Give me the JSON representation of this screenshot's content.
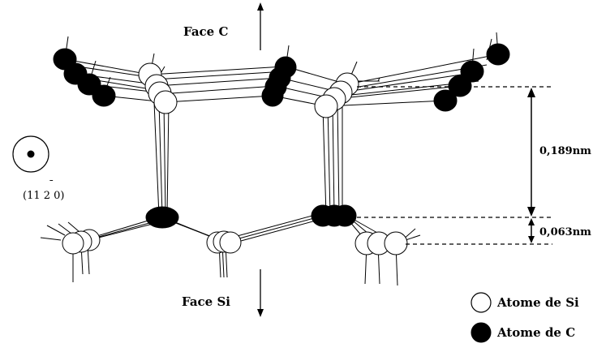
{
  "faces": {
    "top": "Face C",
    "bottom": "Face Si"
  },
  "direction": {
    "text": "(11 2 0)",
    "bar": "¯",
    "symbol": "circle-dot-icon"
  },
  "dimensions": [
    {
      "value": "0,189nm"
    },
    {
      "value": "0,063nm"
    }
  ],
  "legend": [
    {
      "label": "Atome de Si",
      "fill": "#ffffff"
    },
    {
      "label": "Atome de C",
      "fill": "#000000"
    }
  ],
  "colors": {
    "si_atom": "#ffffff",
    "c_atom": "#000000",
    "line": "#000000"
  }
}
